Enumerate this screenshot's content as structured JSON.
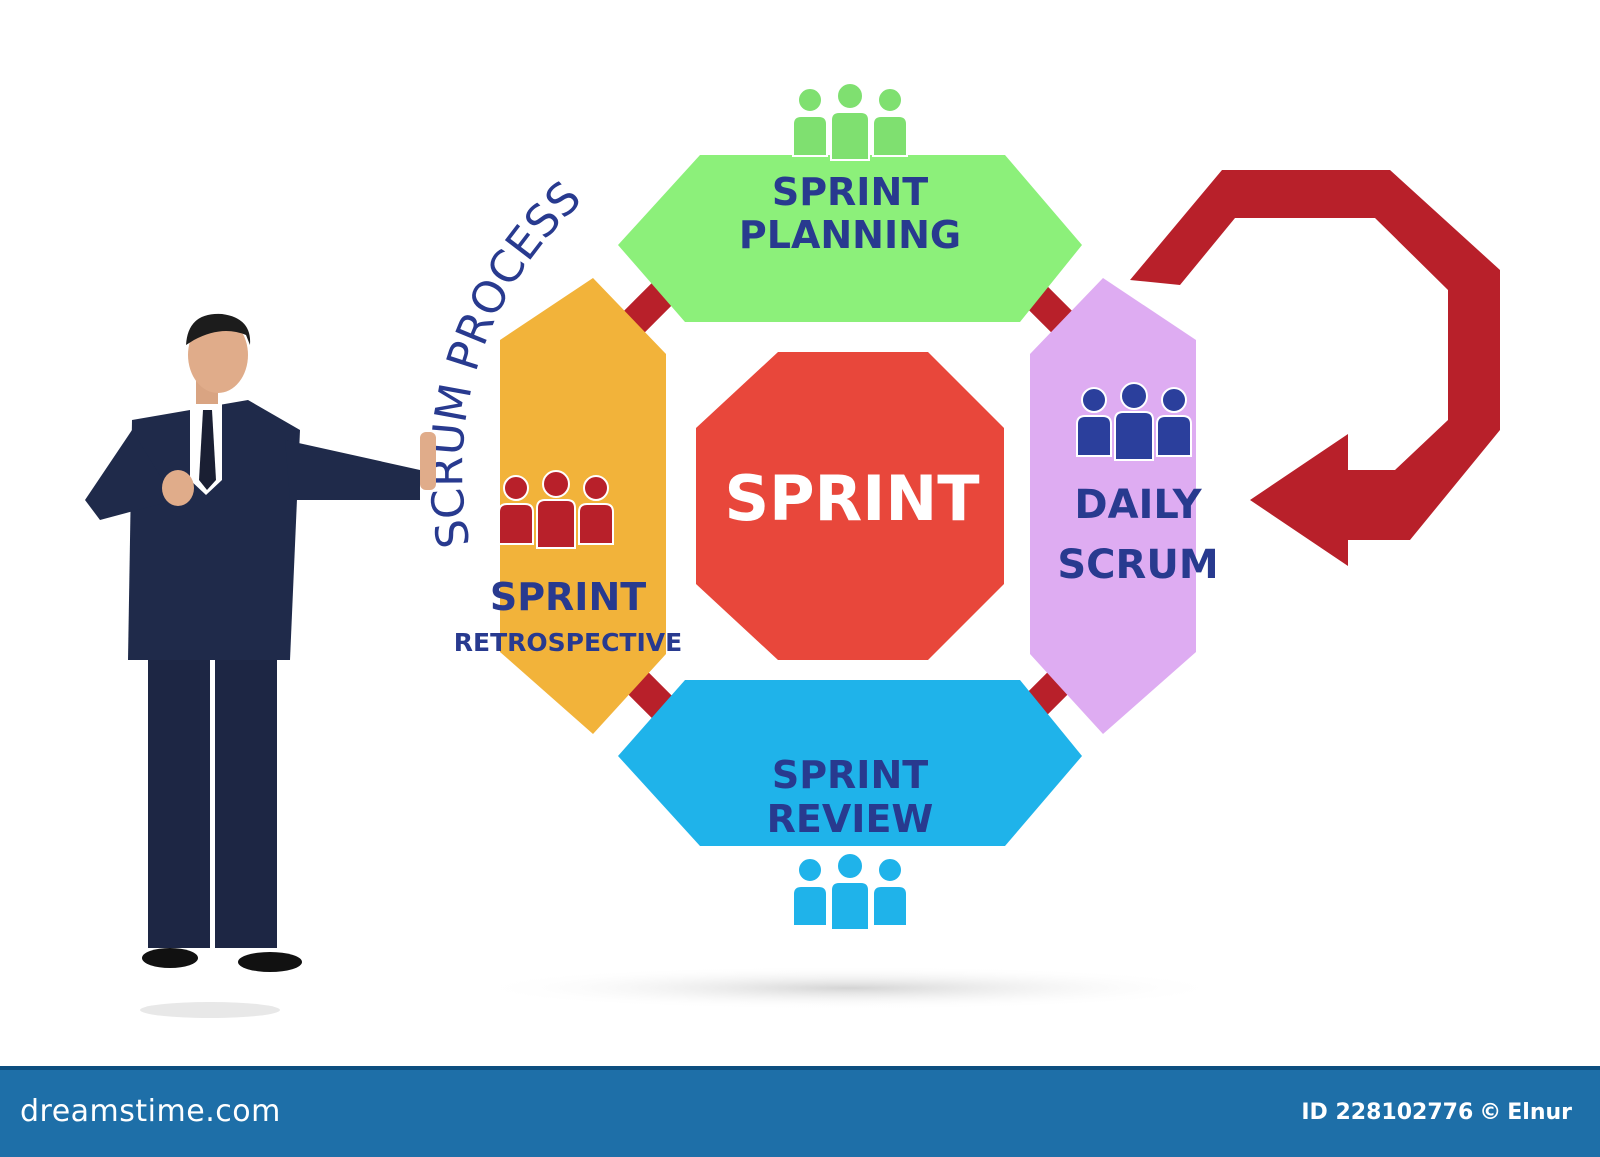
{
  "diagram": {
    "arc_title": "SCRUM PROCESS",
    "center": {
      "label": "SPRINT",
      "color": "#e8473b"
    },
    "stages": [
      {
        "id": "planning",
        "line1": "SPRINT",
        "line2": "PLANNING",
        "color": "#8cf07a",
        "icon": "team-icon",
        "icon_color": "#7fe070"
      },
      {
        "id": "daily",
        "line1": "DAILY",
        "line2": "SCRUM",
        "color": "#deacf2",
        "icon": "team-icon",
        "icon_color": "#2b3f9c"
      },
      {
        "id": "review",
        "line1": "SPRINT",
        "line2": "REVIEW",
        "color": "#1fb3ea",
        "icon": "team-icon",
        "icon_color": "#1fb3ea"
      },
      {
        "id": "retro",
        "line1": "SPRINT",
        "line2": "RETROSPECTIVE",
        "color": "#f2b33a",
        "icon": "team-icon",
        "icon_color": "#b8202a"
      }
    ],
    "connector_color": "#b8202a",
    "loop_arrow_color": "#b8202a",
    "text_color": "#283a8f"
  },
  "footer": {
    "brand": "dreamstime.com",
    "id_label": "ID 228102776",
    "copyright_symbol": "©",
    "author": "Elnur",
    "background": "#1e6fa8"
  }
}
